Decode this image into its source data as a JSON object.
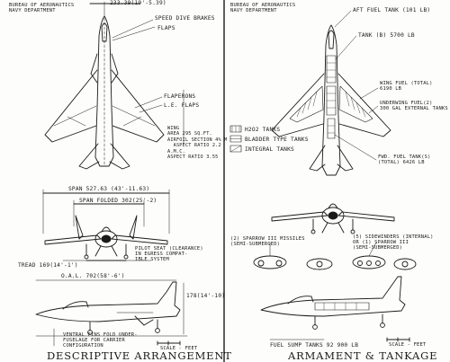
{
  "left": {
    "header": "BUREAU OF AERONAUTICS\nNAVY DEPARTMENT",
    "top_dim": "233.39(19'-5.39)",
    "speed_brakes": "SPEED DIVE BRAKES",
    "flaps": "FLAPS",
    "flaperons": "FLAPERONS",
    "le_flaps": "L.E. FLAPS",
    "wing_block": "WING\nAREA 295 SQ.FT.\nAIRFOIL SECTION 4% M\n  ASPECT RATIO 2.2\nA.M.C.\nASPECT RATIO 3.55",
    "span": "SPAN 527.63 (43'-11.63)",
    "span_folded": "SPAN FOLDED 302(25'-2)",
    "tread": "TREAD 169(14'-1')",
    "pilot_note": "PILOT SEAT (CLEARANCE)\nIN EGRESS COMPAT-\nIBLE SYSTEM",
    "oal": "O.A.L. 702(58'-6')",
    "height": "178(14'-10)",
    "bottom_note": "VENTRAL FINS FOLD UNDER-\nFUSELAGE FOR CARRIER\nCONFIGURATION",
    "scale": "SCALE - FEET",
    "title": "DESCRIPTIVE ARRANGEMENT"
  },
  "right": {
    "header": "BUREAU OF AERONAUTICS\nNAVY DEPARTMENT",
    "fuel_tank": "AFT FUEL TANK (101 LB)",
    "tank_b": "TANK (B) 5700 LB",
    "wing_fuel": "WING FUEL (TOTAL)\n6190 LB",
    "ext_tanks": "UNDERWING FUEL(2)\n300 GAL EXTERNAL TANKS",
    "fwd_tank": "FWD. FUEL TANK(S)\n(TOTAL) 6426 LB",
    "legend": [
      "H2O2 TANKS",
      "BLADDER TYPE TANKS",
      "INTEGRAL TANKS"
    ],
    "sparrow": "(2) SPARROW III MISSILES\n(SEMI-SUBMERGED)",
    "sidewinder": "(5) SIDEWINDERS (INTERNAL)\nOR (1) SPARROW III\n(SEMI-SUBMERGED)",
    "fuel_sump": "FUEL SUMP TANKS 92 900 LB",
    "scale": "SCALE - FEET",
    "title": "ARMAMENT & TANKAGE"
  }
}
